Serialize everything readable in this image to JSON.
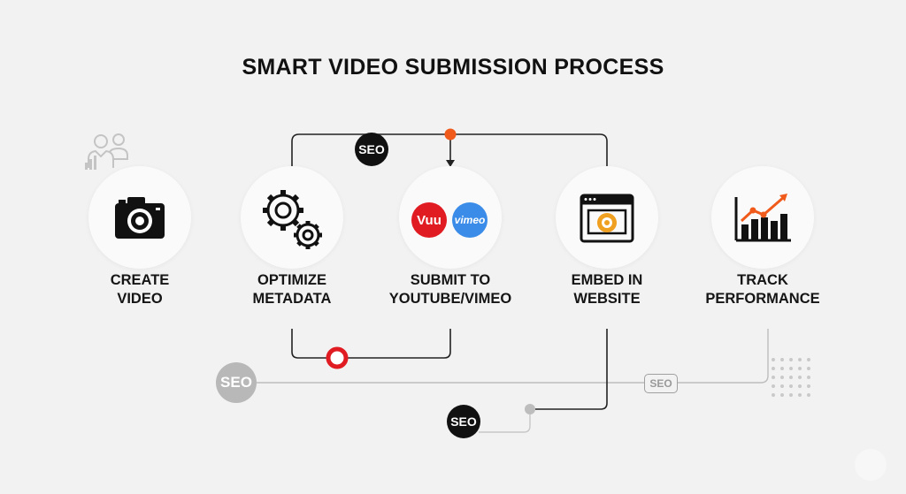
{
  "title": "SMART VIDEO SUBMISSION PROCESS",
  "steps": [
    {
      "line1": "CREATE",
      "line2": "VIDEO",
      "icon": "camera-icon"
    },
    {
      "line1": "OPTIMIZE",
      "line2": "METADATA",
      "icon": "gears-icon"
    },
    {
      "line1": "SUBMIT TO",
      "line2": "YOUTUBE/VIMEO",
      "icon": "youtube-vimeo-logos"
    },
    {
      "line1": "EMBED IN",
      "line2": "WEBSITE",
      "icon": "browser-video-icon"
    },
    {
      "line1": "TRACK",
      "line2": "PERFORMANCE",
      "icon": "bar-chart-icon"
    }
  ],
  "logos": {
    "youtube_text": "Vuu",
    "vimeo_text": "vimeo"
  },
  "badges": {
    "top": "SEO",
    "left": "SEO",
    "bottom": "SEO",
    "right": "SEO"
  },
  "colors": {
    "accent_orange": "#f05a1a",
    "accent_red": "#e11b22",
    "vimeo_blue": "#3b8ce8",
    "text": "#111111"
  }
}
